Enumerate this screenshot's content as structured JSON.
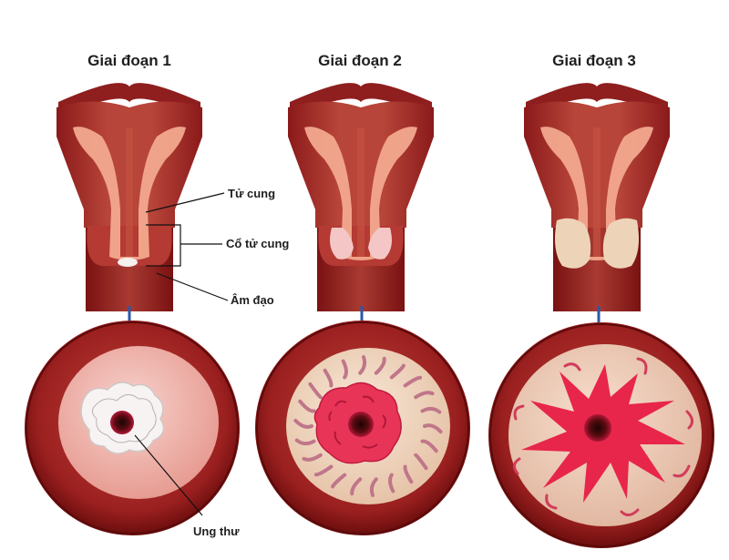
{
  "stages": [
    {
      "title": "Giai đoạn 1"
    },
    {
      "title": "Giai đoạn 2"
    },
    {
      "title": "Giai đoạn 3"
    }
  ],
  "labels": {
    "uterus": "Tử cung",
    "cervix": "Cổ tử cung",
    "vagina": "Âm đạo",
    "cancer": "Ung thư"
  },
  "colors": {
    "tissue_dark": "#7e1414",
    "tissue_mid": "#a52a2a",
    "tissue_light": "#d9786a",
    "lining": "#f3b7a2",
    "disc_pink": "#f2b8b0",
    "disc_cream": "#f2dcc6",
    "lesion_red": "#e4244c",
    "arrow_blue": "#2d57a8"
  }
}
